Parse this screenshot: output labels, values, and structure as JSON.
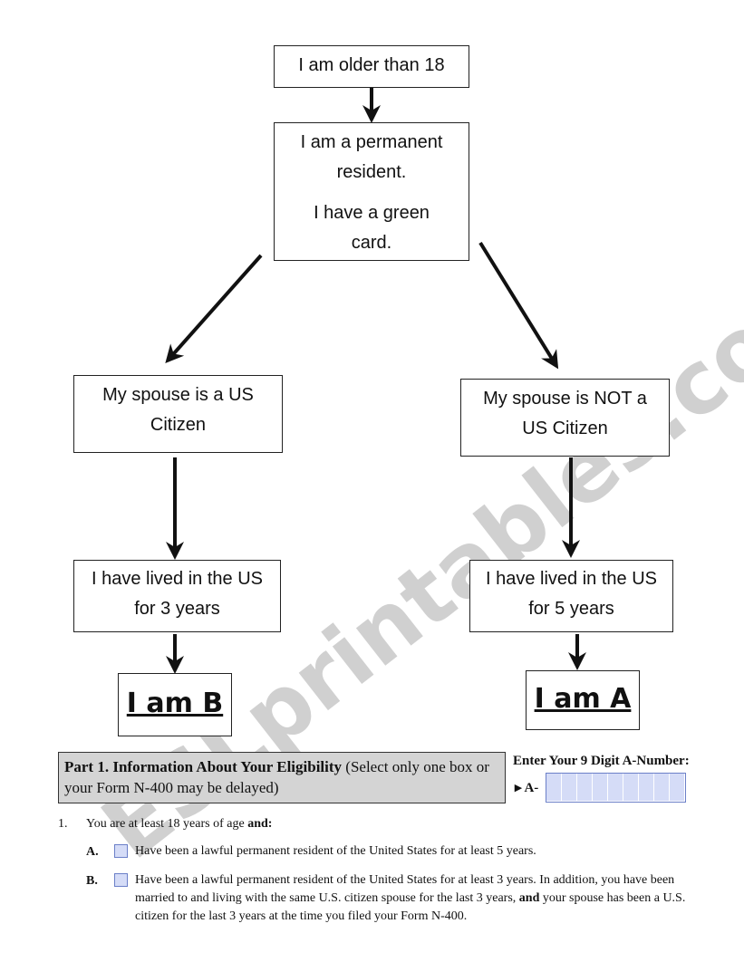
{
  "flowchart": {
    "box_age": [
      "I am older than 18"
    ],
    "box_resident": [
      "I am a permanent",
      "resident.",
      "I have a green",
      "card."
    ],
    "box_spouse_citizen": [
      "My spouse is a US",
      "Citizen"
    ],
    "box_spouse_not_citizen": [
      "My spouse is NOT a",
      "US Citizen"
    ],
    "box_3_years": [
      "I have lived in the US",
      "for 3 years"
    ],
    "box_5_years": [
      "I have lived in the US",
      "for 5 years"
    ],
    "result_b": "I am B",
    "result_a": "I am A"
  },
  "watermark": "ESLprintables.com",
  "form": {
    "part_title_bold": "Part 1.  Information About Your Eligibility",
    "part_title_rest": " (Select only one box or your Form N-400 may be delayed)",
    "a_number_label": "Enter Your 9 Digit A-Number:",
    "a_number_prefix": "▸ A-",
    "a_number_cells": 9,
    "question_number": "1.",
    "question_text_start": "You are at least 18 years of age ",
    "question_text_bold": "and:",
    "option_a_letter": "A.",
    "option_a_text": "Have been a lawful permanent resident of the United States for at least 5 years.",
    "option_b_letter": "B.",
    "option_b_text_1": "Have been a lawful permanent resident of the United States for at least 3 years.  In addition, you have been married to and living with the same U.S. citizen spouse for the last 3 years, ",
    "option_b_text_bold": "and",
    "option_b_text_2": " your spouse has been a U.S. citizen for the last 3 years at the time you filed your Form N-400."
  }
}
